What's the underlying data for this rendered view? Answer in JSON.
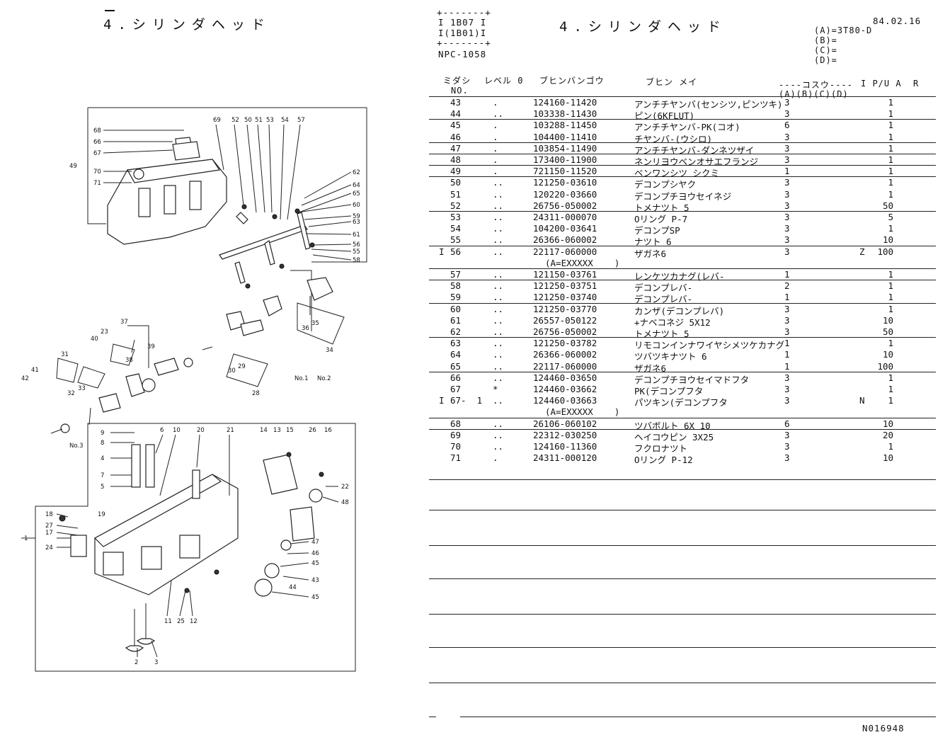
{
  "left_title": "4.シリンダヘッド",
  "catalog_box": [
    "1B07",
    "(1B01)"
  ],
  "catalog_code": "NPC-1058",
  "right_title": "4.シリンダヘッド",
  "date": "84.02.16",
  "models": [
    "(A)=3T80-D",
    "(B)=",
    "(C)=",
    "(D)="
  ],
  "columns": {
    "no_top": "ミダシ",
    "no_bottom": "NO.",
    "level": "レベル 0",
    "part_number": "ブヒンバンゴウ",
    "part_name": "ブヒン メイ",
    "kosu": "----コスウ----",
    "kosu_sub": "(A)(B)(C)(D)",
    "flags": "I P/U A  R"
  },
  "rows": [
    {
      "i": "",
      "no": "43",
      "lvl": ".",
      "pn": "124160-11420",
      "name": "アンチチヤンバ(センシツ,ピンツキ)",
      "q": "3",
      "pu": "",
      "qty": "1"
    },
    {
      "i": "",
      "no": "44",
      "lvl": "..",
      "pn": "103338-11430",
      "name": "ピン(6KFLUT)",
      "q": "3",
      "pu": "",
      "qty": "1"
    },
    {
      "i": "",
      "no": "45",
      "lvl": ".",
      "pn": "103288-11450",
      "name": "アンチチヤンバ-PK(コオ)",
      "q": "6",
      "pu": "",
      "qty": "1"
    },
    {
      "i": "",
      "no": "46",
      "lvl": ".",
      "pn": "104400-11410",
      "name": "チヤンバ-(ウシロ)",
      "q": "3",
      "pu": "",
      "qty": "1"
    },
    {
      "i": "",
      "no": "47",
      "lvl": ".",
      "pn": "103854-11490",
      "name": "アンチチヤンバ-ダンネツザイ",
      "q": "3",
      "pu": "",
      "qty": "1"
    },
    {
      "i": "",
      "no": "48",
      "lvl": ".",
      "pn": "173400-11900",
      "name": "ネンリヨウベンオサエフランジ",
      "q": "3",
      "pu": "",
      "qty": "1"
    },
    {
      "i": "",
      "no": "49",
      "lvl": ".",
      "pn": "721150-11520",
      "name": "ベンワンシツ シクミ",
      "q": "1",
      "pu": "",
      "qty": "1"
    },
    {
      "i": "",
      "no": "50",
      "lvl": "..",
      "pn": "121250-03610",
      "name": "デコンプシヤク",
      "q": "3",
      "pu": "",
      "qty": "1"
    },
    {
      "i": "",
      "no": "51",
      "lvl": "..",
      "pn": "120220-03660",
      "name": "デコンプチヨウセイネジ",
      "q": "3",
      "pu": "",
      "qty": "1"
    },
    {
      "i": "",
      "no": "52",
      "lvl": "..",
      "pn": "26756-050002",
      "name": "トメナツト 5",
      "q": "3",
      "pu": "",
      "qty": "50"
    },
    {
      "i": "",
      "no": "53",
      "lvl": "..",
      "pn": "24311-000070",
      "name": "Oリング P-7",
      "q": "3",
      "pu": "",
      "qty": "5"
    },
    {
      "i": "",
      "no": "54",
      "lvl": "..",
      "pn": "104200-03641",
      "name": "デコンプSP",
      "q": "3",
      "pu": "",
      "qty": "1"
    },
    {
      "i": "",
      "no": "55",
      "lvl": "..",
      "pn": "26366-060002",
      "name": "ナツト 6",
      "q": "3",
      "pu": "",
      "qty": "10"
    },
    {
      "i": "I",
      "no": "56",
      "lvl": "..",
      "pn": "22117-060000",
      "name": "ザガネ6",
      "q": "3",
      "pu": "Z",
      "qty": "100"
    },
    {
      "i": "",
      "no": "",
      "lvl": "",
      "pn": "(A=EXXXXX    )",
      "name": "",
      "q": "",
      "pu": "",
      "qty": ""
    },
    {
      "i": "",
      "no": "57",
      "lvl": "..",
      "pn": "121150-03761",
      "name": "レンケツカナグ(レバ-",
      "q": "1",
      "pu": "",
      "qty": "1"
    },
    {
      "i": "",
      "no": "58",
      "lvl": "..",
      "pn": "121250-03751",
      "name": "デコンプレバ-",
      "q": "2",
      "pu": "",
      "qty": "1"
    },
    {
      "i": "",
      "no": "59",
      "lvl": "..",
      "pn": "121250-03740",
      "name": "デコンプレバ-",
      "q": "1",
      "pu": "",
      "qty": "1"
    },
    {
      "i": "",
      "no": "60",
      "lvl": "..",
      "pn": "121250-03770",
      "name": "カンザ(デコンプレバ)",
      "q": "3",
      "pu": "",
      "qty": "1"
    },
    {
      "i": "",
      "no": "61",
      "lvl": "..",
      "pn": "26557-050122",
      "name": "+ナベコネジ 5X12",
      "q": "3",
      "pu": "",
      "qty": "10"
    },
    {
      "i": "",
      "no": "62",
      "lvl": "..",
      "pn": "26756-050002",
      "name": "トメナツト 5",
      "q": "3",
      "pu": "",
      "qty": "50"
    },
    {
      "i": "",
      "no": "63",
      "lvl": "..",
      "pn": "121250-03782",
      "name": "リモコンインナワイヤシメツケカナグ",
      "q": "1",
      "pu": "",
      "qty": "1"
    },
    {
      "i": "",
      "no": "64",
      "lvl": "..",
      "pn": "26366-060002",
      "name": "ツバツキナツト 6",
      "q": "1",
      "pu": "",
      "qty": "10"
    },
    {
      "i": "",
      "no": "65",
      "lvl": "..",
      "pn": "22117-060000",
      "name": "ザガネ6",
      "q": "1",
      "pu": "",
      "qty": "100"
    },
    {
      "i": "",
      "no": "66",
      "lvl": "..",
      "pn": "124460-03650",
      "name": "デコンプチヨウセイマドフタ",
      "q": "3",
      "pu": "",
      "qty": "1"
    },
    {
      "i": "",
      "no": "67",
      "lvl": "*",
      "pn": "124460-03662",
      "name": "PK(デコンプフタ",
      "q": "3",
      "pu": "",
      "qty": "1"
    },
    {
      "i": "I",
      "no": "67-  1",
      "lvl": "..",
      "pn": "124460-03663",
      "name": "パツキン(デコンプフタ",
      "q": "3",
      "pu": "N",
      "qty": "1"
    },
    {
      "i": "",
      "no": "",
      "lvl": "",
      "pn": "(A=EXXXXX    )",
      "name": "",
      "q": "",
      "pu": "",
      "qty": ""
    },
    {
      "i": "",
      "no": "68",
      "lvl": "..",
      "pn": "26106-060102",
      "name": "ツバボルト 6X 10",
      "q": "6",
      "pu": "",
      "qty": "10"
    },
    {
      "i": "",
      "no": "69",
      "lvl": "..",
      "pn": "22312-030250",
      "name": "ヘイコウピン 3X25",
      "q": "3",
      "pu": "",
      "qty": "20"
    },
    {
      "i": "",
      "no": "70",
      "lvl": "..",
      "pn": "124160-11360",
      "name": "フクロナツト",
      "q": "3",
      "pu": "",
      "qty": "1"
    },
    {
      "i": "",
      "no": "71",
      "lvl": ".",
      "pn": "24311-000120",
      "name": "Oリング P-12",
      "q": "3",
      "pu": "",
      "qty": "10"
    }
  ],
  "footer_code": "N016948",
  "diagram": {
    "labels_top": [
      "69",
      "52",
      "50",
      "51",
      "53",
      "54",
      "57"
    ],
    "labels_left_top": [
      "68",
      "66",
      "67",
      "49",
      "70",
      "71"
    ],
    "labels_right_top": [
      "62",
      "64",
      "65",
      "60",
      "59",
      "63",
      "61",
      "56",
      "55",
      "58"
    ],
    "labels_mid": [
      "37",
      "40",
      "23",
      "39",
      "31",
      "38",
      "33",
      "32",
      "41",
      "42",
      "30",
      "29",
      "28",
      "36",
      "35",
      "34",
      "No.1",
      "No.2",
      "No.3"
    ],
    "labels_bottom_top": [
      "9",
      "8",
      "4",
      "7",
      "5",
      "6",
      "10",
      "20",
      "21",
      "14",
      "13",
      "15",
      "26",
      "16"
    ],
    "labels_bottom_left": [
      "18",
      "27",
      "17",
      "1",
      "24",
      "19"
    ],
    "labels_bottom_right": [
      "22",
      "48",
      "47",
      "46",
      "45",
      "43",
      "44",
      "45"
    ],
    "labels_bottom": [
      "2",
      "3",
      "11",
      "25",
      "12"
    ]
  }
}
